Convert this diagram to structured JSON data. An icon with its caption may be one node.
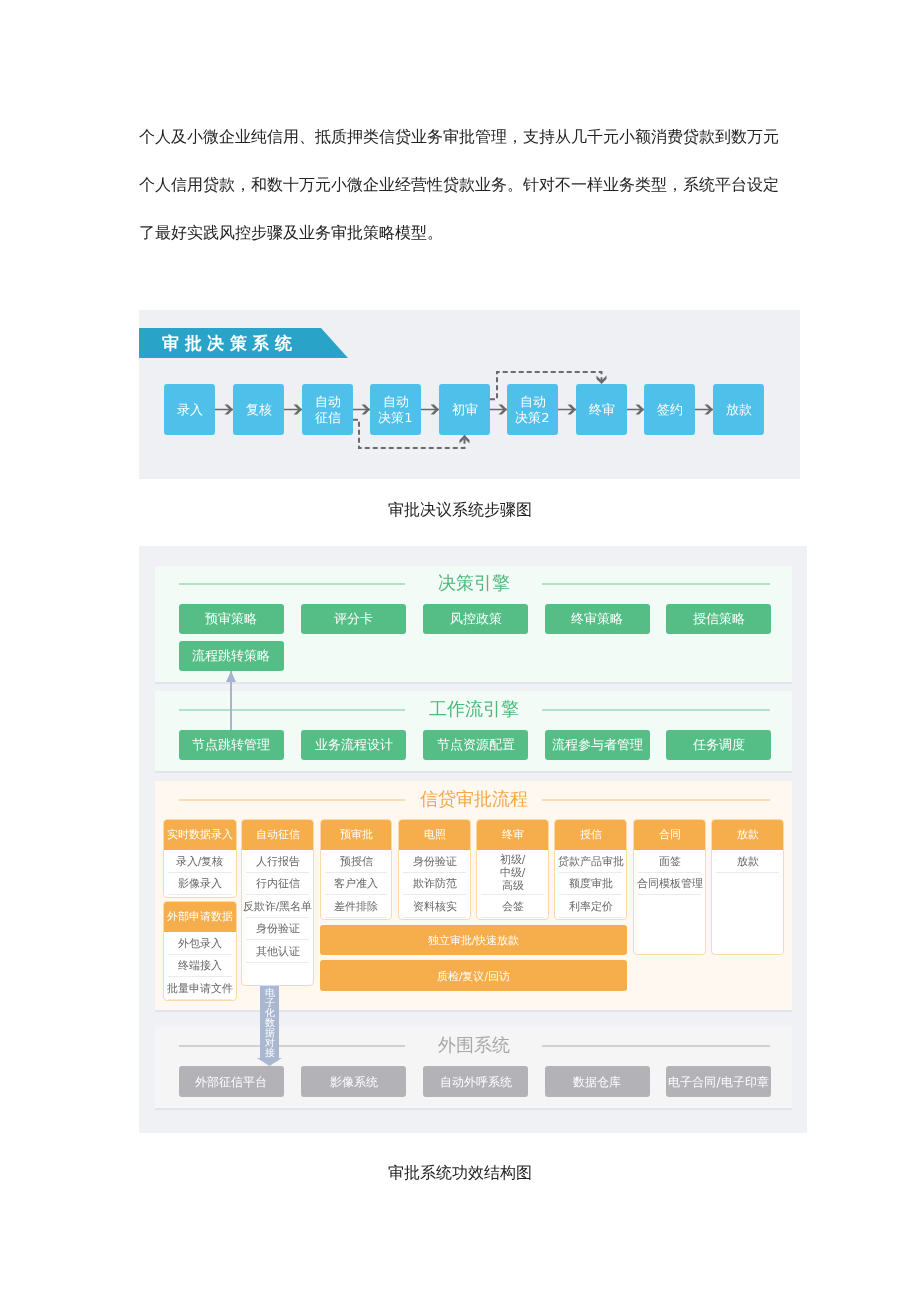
{
  "diagram": {
    "nodes": [
      {
        "text": [
          "审批决策系统"
        ]
      },
      {
        "text": [
          "录入"
        ],
        "in": 0
      },
      {
        "text": [
          "复核"
        ],
        "in": 0
      },
      {
        "text": [
          "自动征信"
        ],
        "in": 0
      },
      {
        "text": [
          "自动决策1"
        ],
        "in": 0
      },
      {
        "text": [
          "初审"
        ],
        "in": 0
      },
      {
        "text": [
          "自动决策2"
        ],
        "in": 0
      },
      {
        "text": [
          "终审"
        ],
        "in": 0
      },
      {
        "text": [
          "签约"
        ],
        "in": 0
      },
      {
        "text": [
          "放款"
        ],
        "in": 0
      },
      {
        "text": [
          "决策引擎"
        ]
      },
      {
        "text": [
          "预审策略"
        ],
        "in": 10
      },
      {
        "text": [
          "评分卡"
        ],
        "in": 10
      },
      {
        "text": [
          "风控政策"
        ],
        "in": 10
      },
      {
        "text": [
          "终审策略"
        ],
        "in": 10
      },
      {
        "text": [
          "授信策略"
        ],
        "in": 10
      },
      {
        "text": [
          "流程跳转策略"
        ],
        "in": 10
      },
      {
        "text": [
          "工作流引擎"
        ]
      },
      {
        "text": [
          "节点跳转管理"
        ],
        "in": 17
      },
      {
        "text": [
          "业务流程设计"
        ],
        "in": 17
      },
      {
        "text": [
          "节点资源配置"
        ],
        "in": 17
      },
      {
        "text": [
          "流程参与者管理"
        ],
        "in": 17
      },
      {
        "text": [
          "任务调度"
        ],
        "in": 17
      },
      {
        "text": [
          "信贷审批流程"
        ]
      },
      {
        "text": [
          "实时数据录入",
          "录入/复核",
          "影像录入"
        ],
        "in": 23
      },
      {
        "text": [
          "自动征信",
          "人行报告",
          "行内征信",
          "反欺诈/黑名单",
          "身份验证",
          "其他认证"
        ],
        "in": 23
      },
      {
        "text": [
          "预审批",
          "预授信",
          "客户准入",
          "差件排除"
        ],
        "in": 23
      },
      {
        "text": [
          "电照",
          "身份验证",
          "欺诈防范",
          "资料核实"
        ],
        "in": 23
      },
      {
        "text": [
          "终审",
          "初级/中级/高级",
          "会签"
        ],
        "in": 23
      },
      {
        "text": [
          "授信",
          "贷款产品审批",
          "额度审批",
          "利率定价"
        ],
        "in": 23
      },
      {
        "text": [
          "合同",
          "面签",
          "合同模板管理"
        ],
        "in": 23
      },
      {
        "text": [
          "放款",
          "放款"
        ],
        "in": 23
      },
      {
        "text": [
          "外部申请数据",
          "外包录入",
          "终端接入",
          "批量申请文件"
        ],
        "in": 23
      },
      {
        "text": [
          "独立审批/快速放款"
        ],
        "in": 23
      },
      {
        "text": [
          "质检/复议/回访"
        ],
        "in": 23
      },
      {
        "text": [
          "外围系统"
        ]
      },
      {
        "text": [
          "外部征信平台"
        ],
        "in": 35
      },
      {
        "text": [
          "影像系统"
        ],
        "in": 35
      },
      {
        "text": [
          "自动外呼系统"
        ],
        "in": 35
      },
      {
        "text": [
          "数据仓库"
        ],
        "in": 35
      },
      {
        "text": [
          "电子合同/电子印章"
        ],
        "in": 35
      }
    ],
    "edges": [
      {
        "from": 1,
        "to": 2,
        "arrow": "to"
      },
      {
        "from": 2,
        "to": 3,
        "arrow": "to"
      },
      {
        "from": 3,
        "to": 4,
        "arrow": "to"
      },
      {
        "from": 4,
        "to": 5,
        "arrow": "to"
      },
      {
        "from": 5,
        "to": 6,
        "arrow": "to"
      },
      {
        "from": 6,
        "to": 7,
        "arrow": "to"
      },
      {
        "from": 7,
        "to": 8,
        "arrow": "to"
      },
      {
        "from": 8,
        "to": 9,
        "arrow": "to"
      },
      {
        "from": 3,
        "to": 5,
        "arrow": "to",
        "style": "dashed"
      },
      {
        "from": 5,
        "to": 7,
        "arrow": "to",
        "style": "dashed"
      },
      {
        "from": 18,
        "to": 16,
        "arrow": "to",
        "color": "#a8b3cf"
      },
      {
        "from": 25,
        "to": 36,
        "arrow": "to",
        "label": "电子化数据对接",
        "style": "thick",
        "color": "#a9b8d0"
      }
    ],
    "labels": [
      "个人及小微企业纯信用、抵质押类信贷业务审批管理，支持从几千元小额消费贷款到数万元个人信用贷款，和数十万元小微企业经营性贷款业务。针对不一样业务类型，系统平台设定了最好实践风控步骤及业务审批策略模型。",
      "审批决议系统步骤图",
      "审批系统功效结构图"
    ]
  }
}
